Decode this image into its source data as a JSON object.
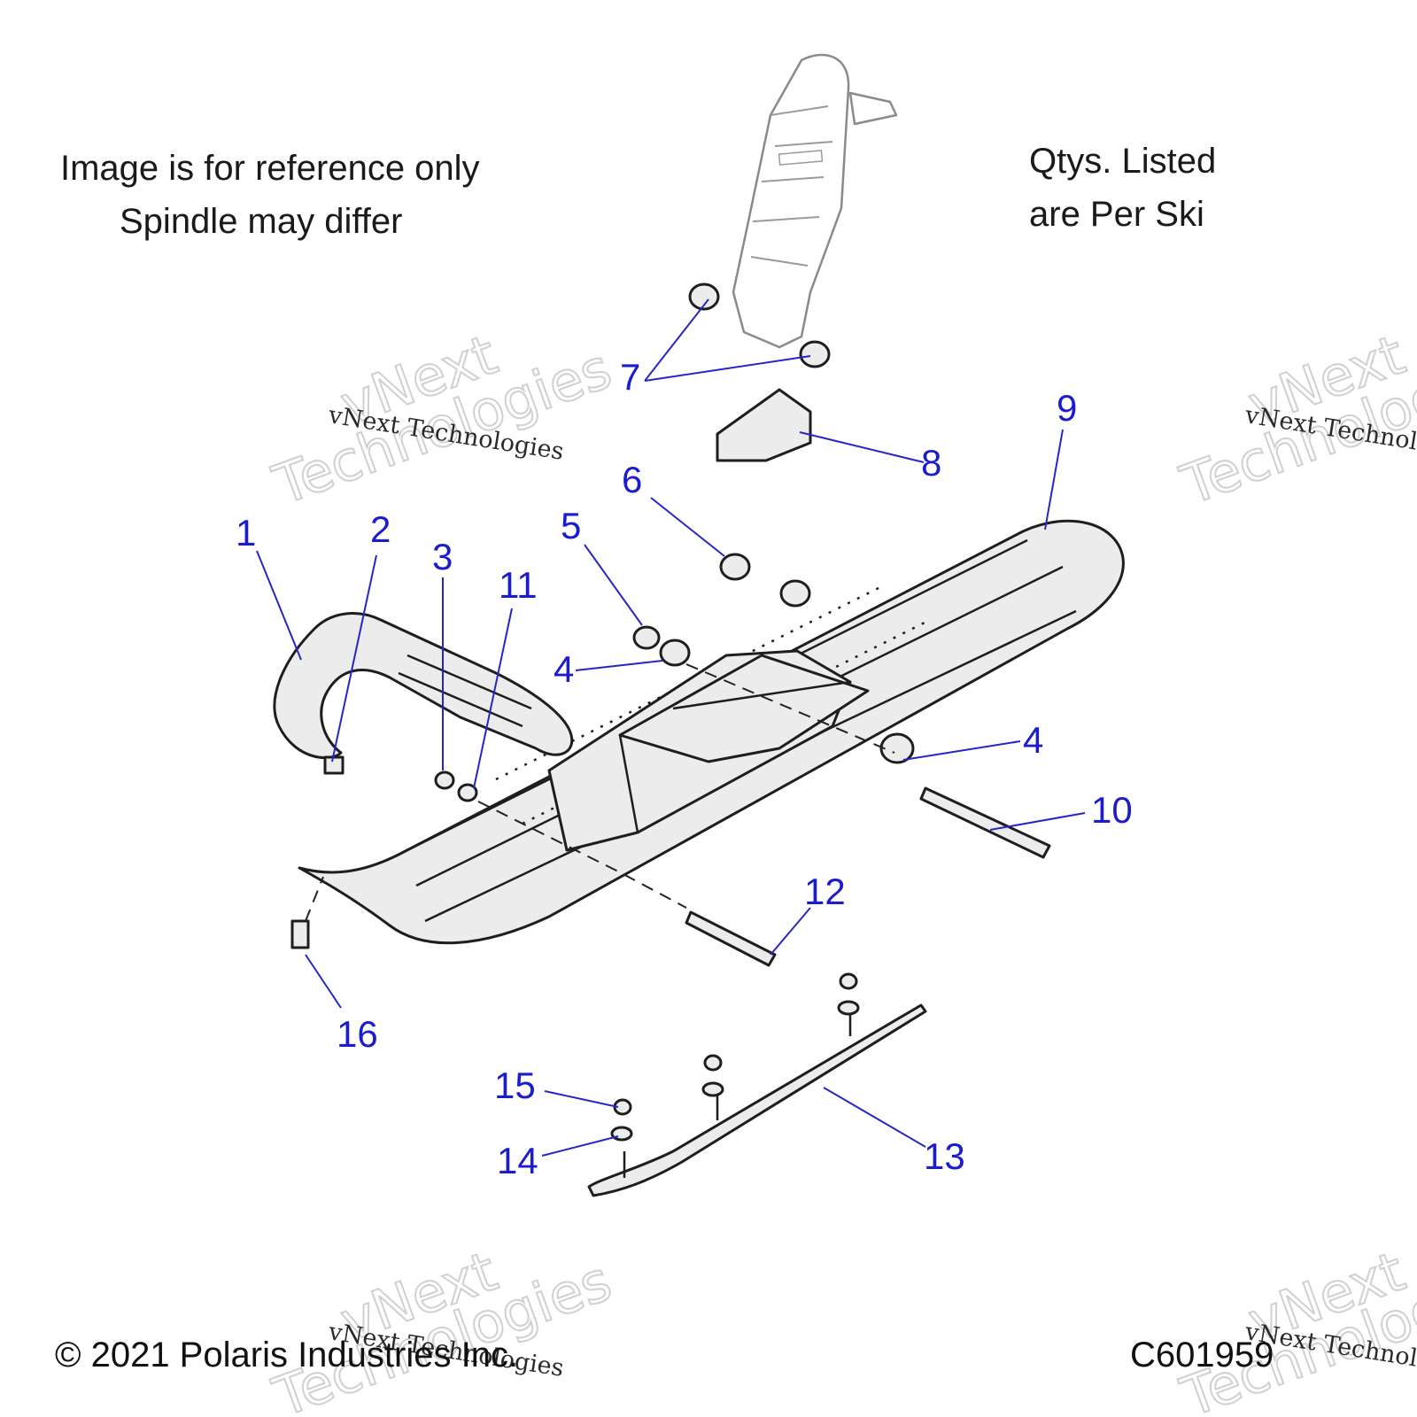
{
  "notes": {
    "reference_line1": "Image is for reference only",
    "reference_line2": "Spindle may differ",
    "qty_line1": "Qtys. Listed",
    "qty_line2": "are Per Ski"
  },
  "footer": {
    "copyright": "© 2021 Polaris Industries Inc.",
    "diagram_code": "C601959"
  },
  "watermark": {
    "line": "vNext Technologies",
    "big_line1": "vNext",
    "big_line2": "Technologies"
  },
  "callouts": [
    "1",
    "2",
    "3",
    "4",
    "4",
    "5",
    "6",
    "7",
    "8",
    "9",
    "10",
    "11",
    "12",
    "13",
    "14",
    "15",
    "16"
  ],
  "colors": {
    "callout": "#1c1ccf",
    "leader": "#2626c8",
    "line_art": "#1e1e1e"
  }
}
